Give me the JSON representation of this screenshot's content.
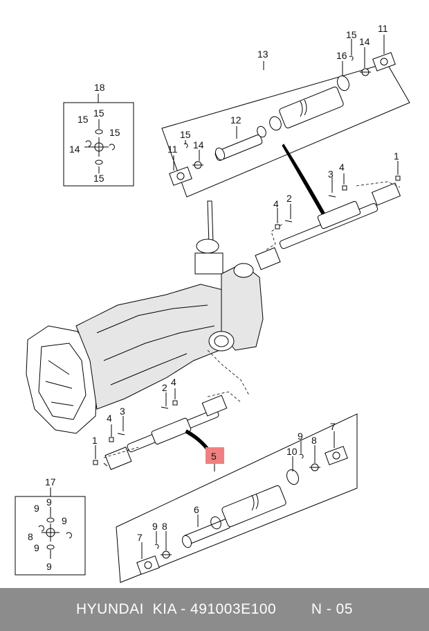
{
  "labels": {
    "l1a": "1",
    "l2": "2",
    "l3a": "3",
    "l4a": "4",
    "l1b": "1",
    "l3b": "3",
    "l4b": "4",
    "l4c": "4",
    "l2b": "2",
    "l5": "5",
    "l6": "6",
    "l7a": "7",
    "l7b": "7",
    "l8a": "8",
    "l8b": "8",
    "l8c": "8",
    "l9a": "9",
    "l9b": "9",
    "l9c": "9",
    "l9d": "9",
    "l9e": "9",
    "l9f": "9",
    "l9g": "9",
    "l10": "10",
    "l11a": "11",
    "l11b": "11",
    "l12": "12",
    "l13": "13",
    "l14a": "14",
    "l14b": "14",
    "l14c": "14",
    "l15a": "15",
    "l15b": "15",
    "l15c": "15",
    "l15d": "15",
    "l15e": "15",
    "l15f": "15",
    "l16": "16",
    "l17": "17",
    "l18": "18"
  },
  "footer": {
    "brand": "HYUNDAI  KIA - 491003E100",
    "code": "N - 05"
  },
  "colors": {
    "highlight": "#f08080",
    "footer_bg": "#8c8c8c"
  }
}
